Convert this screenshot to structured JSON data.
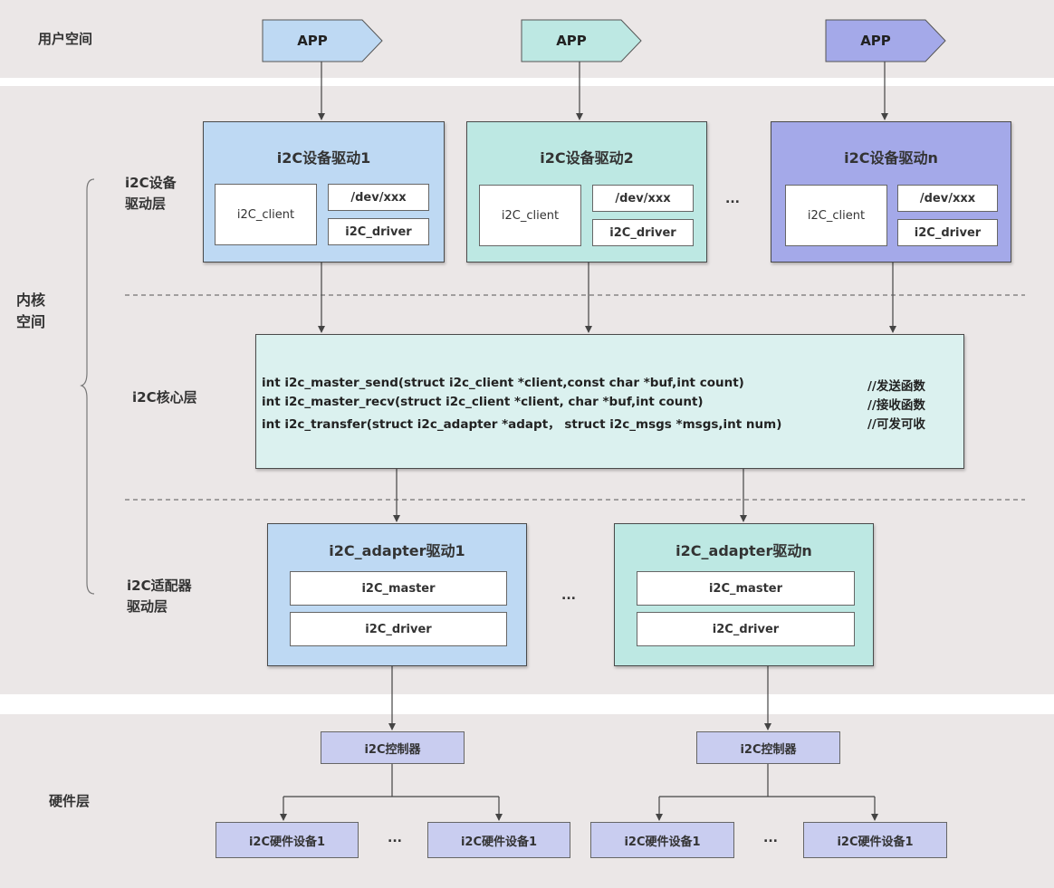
{
  "colors": {
    "band": "#ebe7e7",
    "blue": "#bed9f3",
    "teal": "#bde8e3",
    "purple": "#a4a9e9",
    "core": "#dbf1ef",
    "hardware": "#c9cdf0"
  },
  "layers": {
    "user_space": "用户空间",
    "kernel_space": "内核\n空间",
    "device_driver_layer": "i2C设备\n驱动层",
    "core_layer": "i2C核心层",
    "adapter_driver_layer": "i2C适配器\n驱动层",
    "hardware_layer": "硬件层"
  },
  "apps": [
    "APP",
    "APP",
    "APP"
  ],
  "device_drivers": [
    {
      "title": "i2C设备驱动1",
      "client": "i2C_client",
      "dev": "/dev/xxx",
      "driver": "i2C_driver"
    },
    {
      "title": "i2C设备驱动2",
      "client": "i2C_client",
      "dev": "/dev/xxx",
      "driver": "i2C_driver"
    },
    {
      "title": "i2C设备驱动n",
      "client": "i2C_client",
      "dev": "/dev/xxx",
      "driver": "i2C_driver"
    }
  ],
  "device_ellipsis": "...",
  "core_functions": [
    {
      "code": "int i2c_master_send(struct i2c_client *client,const char *buf,int count)",
      "comment": "//发送函数"
    },
    {
      "code": "int i2c_master_recv(struct i2c_client *client, char *buf,int count)",
      "comment": "//接收函数"
    },
    {
      "code": "int i2c_transfer(struct i2c_adapter *adapt， struct i2c_msgs *msgs,int num)",
      "comment": "//可发可收"
    }
  ],
  "adapter_drivers": [
    {
      "title": "i2C_adapter驱动1",
      "master": "i2C_master",
      "driver": "i2C_driver"
    },
    {
      "title": "i2C_adapter驱动n",
      "master": "i2C_master",
      "driver": "i2C_driver"
    }
  ],
  "adapter_ellipsis": "...",
  "controllers": [
    "i2C控制器",
    "i2C控制器"
  ],
  "hardware_devices": [
    "i2C硬件设备1",
    "i2C硬件设备1",
    "i2C硬件设备1",
    "i2C硬件设备1"
  ],
  "hardware_ellipsis": [
    "...",
    "..."
  ]
}
